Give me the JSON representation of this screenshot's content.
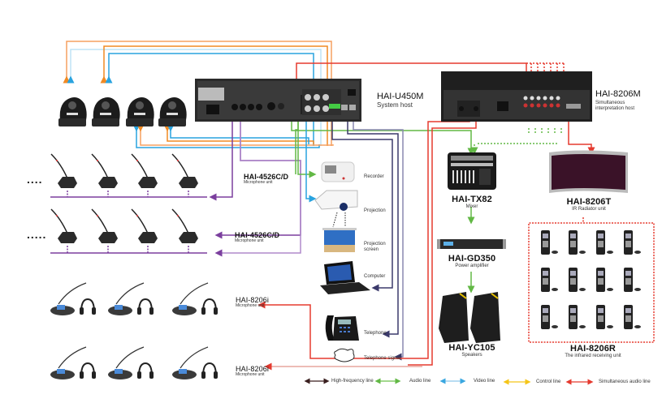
{
  "diagram": {
    "title": "Conference system connection diagram",
    "devices": {
      "system_host": {
        "model": "HAI-U450M",
        "desc": "System host"
      },
      "interp_host": {
        "model": "HAI-8206M",
        "desc_line1": "Simultaneous",
        "desc_line2": "interpretation host"
      },
      "mic_unit_row1": {
        "model": "HAI-4526C/D",
        "desc": "Microphone unit"
      },
      "mic_unit_row2": {
        "model": "HAI-4526C/D",
        "desc": "Microphone unit"
      },
      "mixer": {
        "model": "HAI-TX82",
        "desc": "Mixer"
      },
      "ir_radiator": {
        "model": "HAI-8206T",
        "desc": "IR Radiator unit"
      },
      "power_amp": {
        "model": "HAI-GD350",
        "desc": "Power amplifier"
      },
      "speakers": {
        "model": "HAI-YC105",
        "desc": "Speakers"
      },
      "ir_receiver": {
        "model": "HAI-8206R",
        "desc": "The infrared receiving unit"
      },
      "interp_unit_row1": {
        "model": "HAI-8206i",
        "desc": "Microphone unit"
      },
      "interp_unit_row2": {
        "model": "HAI-8206i",
        "desc": "Microphone unit"
      }
    },
    "peripherals": {
      "recorder": "Recorder",
      "projection": "Projection",
      "projection_screen_line1": "Projection",
      "projection_screen_line2": "screen",
      "computer": "Computer",
      "telephone": "Telephone",
      "telephone_signal": "Telephone signal"
    },
    "ellipsis_row1": "....",
    "ellipsis_row2": ".....",
    "counts": {
      "cameras": 4,
      "mics_per_row": 4,
      "interp_units_per_row": 3,
      "ir_receivers": 12,
      "speakers": 2
    }
  },
  "legend": [
    {
      "label": "High-frequency line",
      "color": "#3a1f1f"
    },
    {
      "label": "Audio line",
      "color": "#6cc04a"
    },
    {
      "label": "Video line",
      "color": "#3aa7e0"
    },
    {
      "label": "Control line",
      "color": "#f5c518"
    },
    {
      "label": "Simultaneous audio line",
      "color": "#e8302a"
    }
  ],
  "colors": {
    "video": "#29a3df",
    "control": "#f08a24",
    "audio": "#62b845",
    "mic_bus": "#7b3f9e",
    "hf": "#3b3a6b",
    "sim": "#e53a2f"
  }
}
